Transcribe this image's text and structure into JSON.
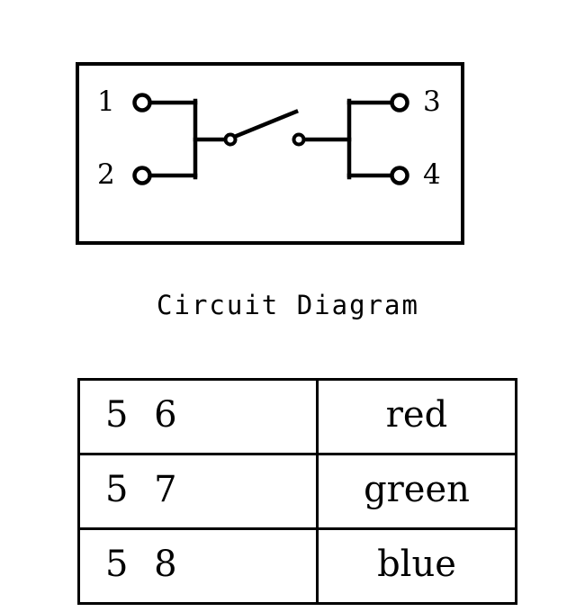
{
  "figure": {
    "caption": "Circuit Diagram",
    "background_color": "#ffffff",
    "stroke_color": "#000000"
  },
  "circuit": {
    "type": "spst-switch-4-terminal",
    "terminals": [
      {
        "id": "1",
        "label": "1",
        "side": "left",
        "position": "top"
      },
      {
        "id": "2",
        "label": "2",
        "side": "left",
        "position": "bottom"
      },
      {
        "id": "3",
        "label": "3",
        "side": "right",
        "position": "top"
      },
      {
        "id": "4",
        "label": "4",
        "side": "right",
        "position": "bottom"
      }
    ],
    "switch": {
      "state": "open",
      "pivot_side": "left",
      "contact_side": "right"
    }
  },
  "table": {
    "columns": 2,
    "rows": [
      {
        "pins": "5 6",
        "color": "red"
      },
      {
        "pins": "5 7",
        "color": "green"
      },
      {
        "pins": "5 8",
        "color": "blue"
      }
    ]
  }
}
